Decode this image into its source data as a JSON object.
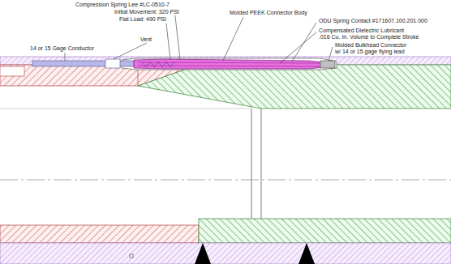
{
  "diagram": {
    "labels": [
      "Compression Spring Lee #LC-0510-7",
      "Initial Movement: 320 PSI",
      "Flat Load: 490 PSI",
      "Molded PEEK Connector Body",
      "ODU Spring Contact #171607.100.201.000",
      "Compensated Dielectric Lubricant",
      ".016 Cu. In. Volume to Complete Stroke",
      "Molded Bulkhead Connector",
      "w/ 14  or 15 gage flying lead",
      "Vent",
      "14 or 15 Gage Conductor"
    ]
  }
}
